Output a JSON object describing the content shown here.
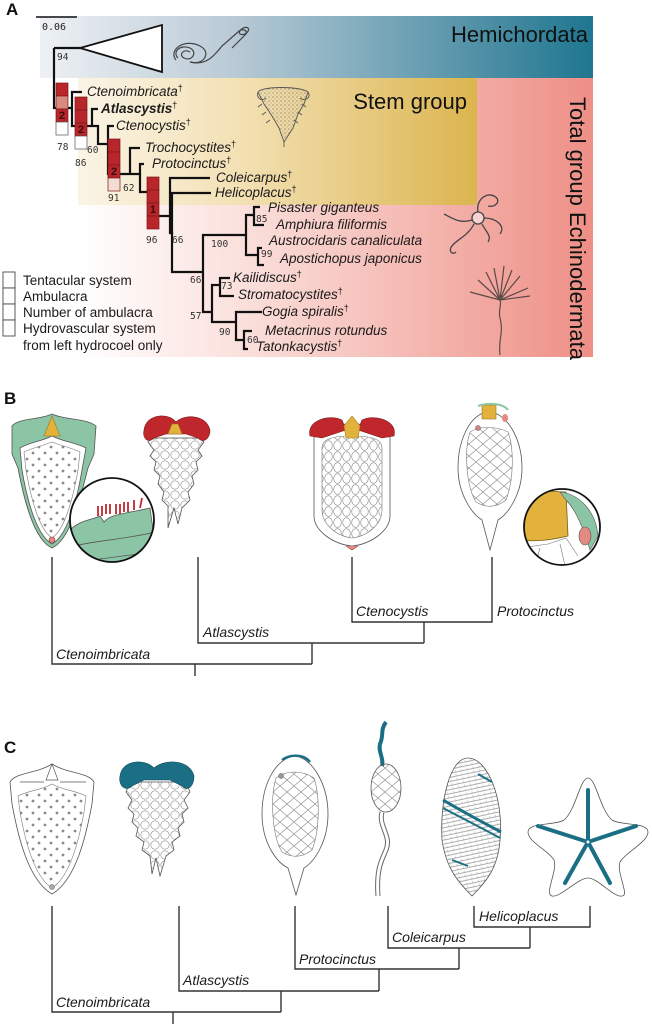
{
  "panel_a": {
    "letter": "A",
    "scale_bar_label": "0.06",
    "groups": {
      "hemichordata": "Hemichordata",
      "stem_group": "Stem group",
      "total_group": "Total group Echinodermata"
    },
    "colors": {
      "hemichordata_light": "#dfe6ec",
      "hemichordata_dark": "#1f7690",
      "stem_light": "#f6ead0",
      "stem_dark": "#dcb54f",
      "total_light": "#fdf0ee",
      "total_dark": "#ee8f86",
      "character_filled": "#b8262b",
      "character_light": "#d98a80",
      "character_pale": "#f2dcd4"
    },
    "taxa": [
      {
        "name": "Ctenoimbricata",
        "fossil": true
      },
      {
        "name": "Atlascystis",
        "fossil": true,
        "bold": true
      },
      {
        "name": "Ctenocystis",
        "fossil": true
      },
      {
        "name": "Trochocystites",
        "fossil": true
      },
      {
        "name": "Protocinctus",
        "fossil": true
      },
      {
        "name": "Coleicarpus",
        "fossil": true
      },
      {
        "name": "Helicoplacus",
        "fossil": true
      },
      {
        "name": "Pisaster giganteus",
        "fossil": false
      },
      {
        "name": "Amphiura filiformis",
        "fossil": false
      },
      {
        "name": "Austrocidaris canaliculata",
        "fossil": false
      },
      {
        "name": "Apostichopus japonicus",
        "fossil": false
      },
      {
        "name": "Kailidiscus",
        "fossil": true
      },
      {
        "name": "Stromatocystites",
        "fossil": true
      },
      {
        "name": "Gogia spiralis",
        "fossil": true
      },
      {
        "name": "Metacrinus rotundus",
        "fossil": false
      },
      {
        "name": "Tatonkacystis",
        "fossil": true
      }
    ],
    "dagger": "†",
    "support_values": {
      "hemichordata_node": "94",
      "n78": "78",
      "n86": "86",
      "n60a": "60",
      "n91": "91",
      "n62": "62",
      "n96": "96",
      "n66a": "66",
      "n66b": "66",
      "n100": "100",
      "n85": "85",
      "n99": "99",
      "n73": "73",
      "n57": "57",
      "n90": "90",
      "n60b": "60"
    },
    "character_boxes": [
      {
        "node": "78",
        "states": [
          "filled",
          "light",
          "filled",
          "empty"
        ],
        "label": "2"
      },
      {
        "node": "86",
        "states": [
          "filled",
          "filled",
          "filled",
          "empty"
        ],
        "label": "2"
      },
      {
        "node": "91",
        "states": [
          "filled",
          "filled",
          "filled",
          "pale"
        ],
        "label": "2"
      },
      {
        "node": "96",
        "states": [
          "filled",
          "filled",
          "filled",
          "filled"
        ],
        "label": "1"
      }
    ],
    "legend": [
      "Tentacular system",
      "Ambulacra",
      "Number of ambulacra",
      "Hydrovascular system",
      "from left hydrocoel only"
    ]
  },
  "panel_b": {
    "letter": "B",
    "colors": {
      "tentacle": "#c0272d",
      "mouth_frame": "#e2b23d",
      "membrane": "#8cc5a6",
      "pink": "#e58a80"
    },
    "clade_labels": [
      "Ctenoimbricata",
      "Atlascystis",
      "Ctenocystis",
      "Protocinctus"
    ]
  },
  "panel_c": {
    "letter": "C",
    "colors": {
      "hydrovascular": "#1a6f84"
    },
    "clade_labels": [
      "Ctenoimbricata",
      "Atlascystis",
      "Protocinctus",
      "Coleicarpus",
      "Helicoplacus"
    ]
  }
}
